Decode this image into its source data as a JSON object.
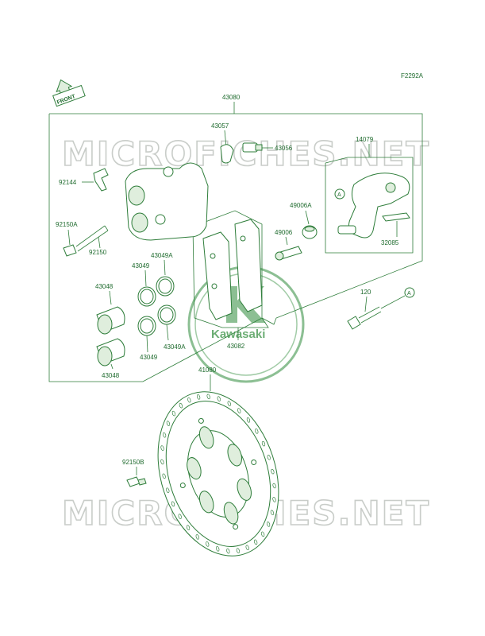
{
  "figure_code": "F2292A",
  "front_arrow": "FRONT",
  "watermark": "MICROFICHES.NET",
  "logo_text": "Kawasaki",
  "callout_a": "A",
  "labels": {
    "p43080": "43080",
    "p43057": "43057",
    "p43056": "43056",
    "p14079": "14079",
    "p92144": "92144",
    "p49006A": "49006A",
    "p49006": "49006",
    "p92150A": "92150A",
    "p92150": "92150",
    "p32085": "32085",
    "p43049A_top": "43049A",
    "p43049_top": "43049",
    "p43048_top": "43048",
    "p120": "120",
    "p43082": "43082",
    "p43049A_bot": "43049A",
    "p43049_bot": "43049",
    "p43048_bot": "43048",
    "p41080": "41080",
    "p92150B": "92150B"
  },
  "colors": {
    "line": "#2e7d3a",
    "watermark": "#c9cdc9",
    "logo": "#2e8b3a"
  }
}
